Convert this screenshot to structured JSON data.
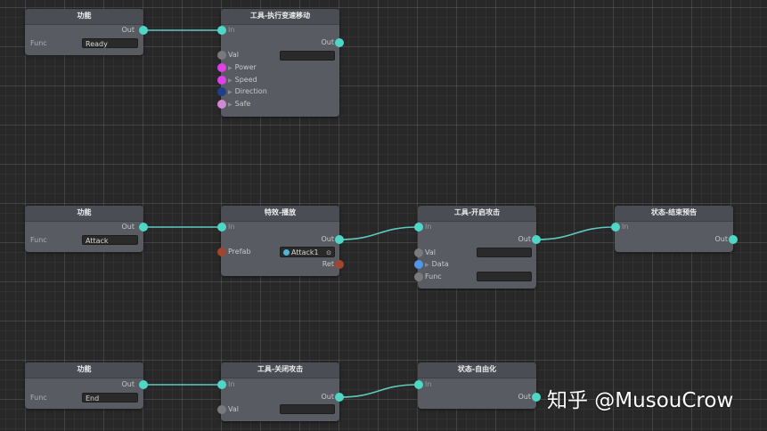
{
  "colors": {
    "flow_port": "#4ed7c7",
    "wire": "#5fc9bd",
    "gray_port": "#7a7a7e",
    "magenta_port": "#e040e8",
    "navy_port": "#1f3f8a",
    "pink_port": "#d08ad4",
    "brown_port": "#a2452e",
    "blue_port": "#4f95e8"
  },
  "nodes": [
    {
      "id": "func-ready",
      "title": "功能",
      "out_label": "Out",
      "func_label": "Func",
      "func_value": "Ready"
    },
    {
      "id": "tool-move",
      "title": "工具-执行变速移动",
      "in_label": "In",
      "out_label": "Out",
      "val_label": "Val",
      "val_value": "",
      "params": [
        "Power",
        "Speed",
        "Direction",
        "Safe"
      ]
    },
    {
      "id": "func-attack",
      "title": "功能",
      "out_label": "Out",
      "func_label": "Func",
      "func_value": "Attack"
    },
    {
      "id": "effect-play",
      "title": "特效-播放",
      "in_label": "In",
      "out_label": "Out",
      "prefab_label": "Prefab",
      "prefab_value": "Attack1",
      "ret_label": "Ret"
    },
    {
      "id": "tool-start-attack",
      "title": "工具-开启攻击",
      "in_label": "In",
      "out_label": "Out",
      "val_label": "Val",
      "val_value": "",
      "data_label": "Data",
      "func_label": "Func",
      "func_value": ""
    },
    {
      "id": "state-end-warning",
      "title": "状态-结束预告",
      "in_label": "In",
      "out_label": "Out"
    },
    {
      "id": "func-end",
      "title": "功能",
      "out_label": "Out",
      "func_label": "Func",
      "func_value": "End"
    },
    {
      "id": "tool-stop-attack",
      "title": "工具-关闭攻击",
      "in_label": "In",
      "out_label": "Out",
      "val_label": "Val",
      "val_value": ""
    },
    {
      "id": "state-free",
      "title": "状态-自由化",
      "in_label": "In",
      "out_label": "Out"
    }
  ],
  "watermark": "知乎 @MusouCrow"
}
